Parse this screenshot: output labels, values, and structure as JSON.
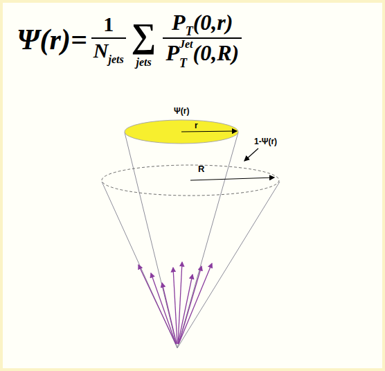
{
  "diagram": {
    "nodes": [
      {
        "text": [
          "Ψ(r)",
          "r"
        ]
      },
      {
        "text": [
          "R"
        ]
      }
    ],
    "labels": [
      "Ψ(r)=",
      "1",
      "N",
      "jets",
      "∑",
      "jets",
      "P",
      "T",
      "(0,r)",
      "P",
      "T",
      "Jet",
      "(0,R)",
      "1-Ψ(r)"
    ]
  }
}
